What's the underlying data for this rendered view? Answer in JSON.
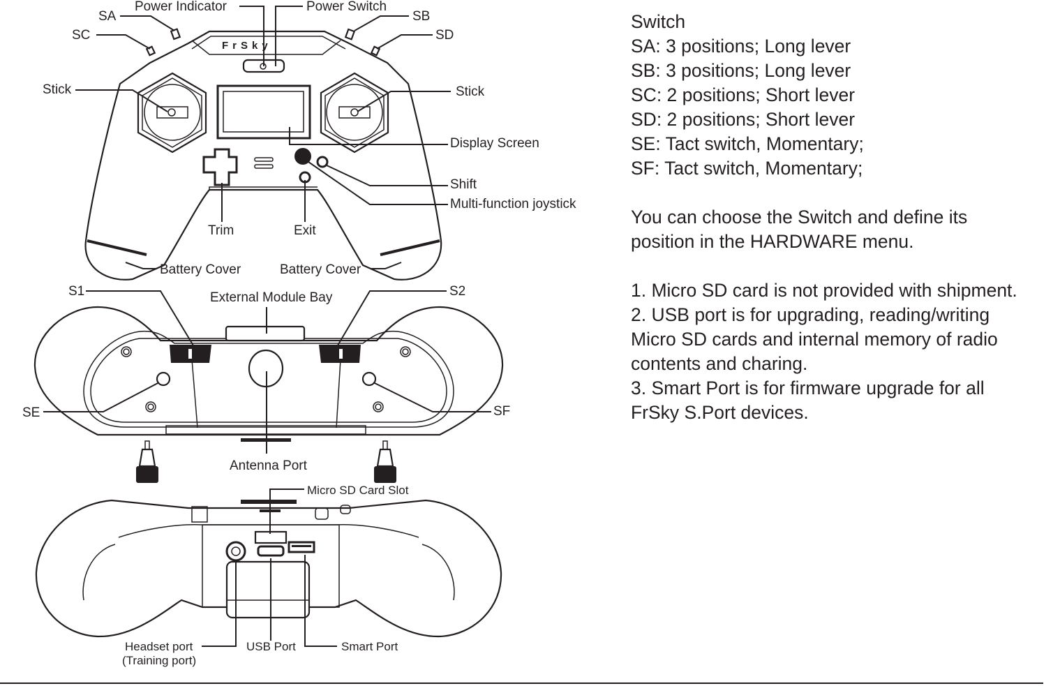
{
  "top_view": {
    "labels": {
      "power_indicator": "Power Indicator",
      "power_switch": "Power Switch",
      "sa": "SA",
      "sb": "SB",
      "sc": "SC",
      "sd": "SD",
      "stick_left": "Stick",
      "stick_right": "Stick",
      "display_screen": "Display Screen",
      "shift": "Shift",
      "multi_function_joystick": "Multi-function joystick",
      "trim": "Trim",
      "exit": "Exit",
      "battery_cover_left": "Battery Cover",
      "battery_cover_right": "Battery Cover"
    },
    "logo": "FrSky"
  },
  "front_view": {
    "labels": {
      "s1": "S1",
      "s2": "S2",
      "external_module_bay": "External Module Bay",
      "se": "SE",
      "sf": "SF",
      "antenna_port": "Antenna Port"
    }
  },
  "bottom_view": {
    "labels": {
      "micro_sd_card_slot": "Micro SD Card Slot",
      "headset_port": "Headset port",
      "training_port": "(Training port)",
      "usb_port": "USB Port",
      "smart_port": "Smart Port"
    }
  },
  "text_panel": {
    "switch_heading": "Switch",
    "switch_specs": [
      "SA: 3 positions; Long lever",
      "SB: 3 positions; Long lever",
      "SC: 2 positions; Short lever",
      "SD: 2 positions; Short lever",
      "SE: Tact switch, Momentary;",
      "SF: Tact switch, Momentary;"
    ],
    "hardware_note": [
      "You can choose the Switch and define its",
      "position in the HARDWARE menu."
    ],
    "notes": [
      "1.  Micro SD card is not provided with shipment.",
      "2.  USB port is for upgrading, reading/writing",
      "Micro SD cards and internal memory of radio",
      "contents and charing.",
      "3.  Smart Port is for firmware upgrade for all",
      "FrSky S.Port devices."
    ]
  }
}
